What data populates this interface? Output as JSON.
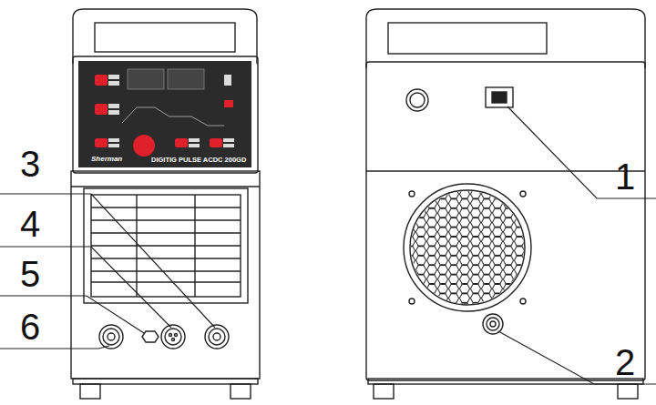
{
  "diagram": {
    "labels": [
      "3",
      "4",
      "5",
      "6",
      "1",
      "2",
      "Sherman",
      "DIGITIG PULSE ACDC 200GD"
    ]
  }
}
